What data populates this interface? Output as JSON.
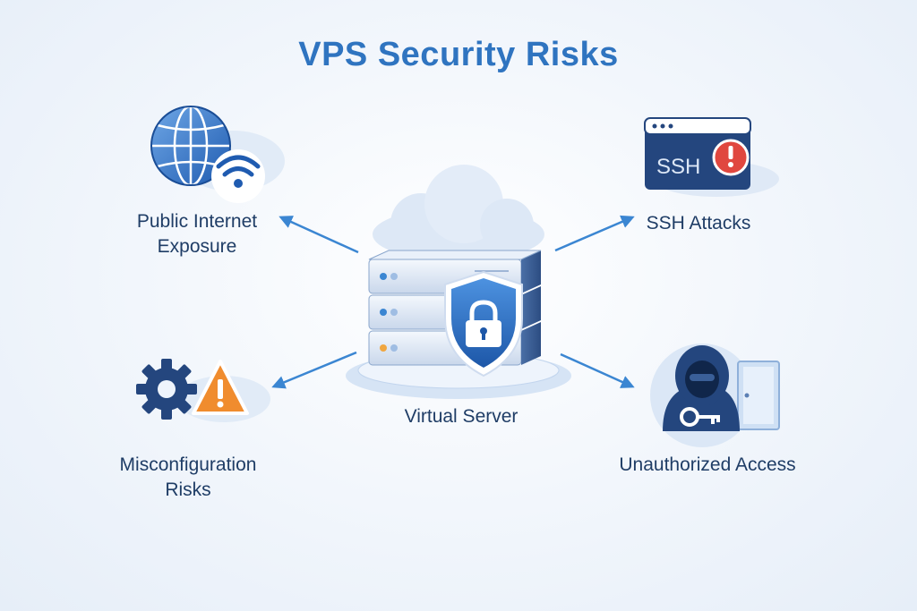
{
  "title": "VPS Security Risks",
  "center": {
    "label": "Virtual Server"
  },
  "risks": {
    "public": {
      "line1": "Public Internet",
      "line2": "Exposure",
      "icon": "globe-wifi-icon"
    },
    "ssh": {
      "label": "SSH Attacks",
      "icon_text": "SSH",
      "icon": "terminal-alert-icon"
    },
    "misconfig": {
      "line1": "Misconfiguration",
      "line2": "Risks",
      "icon": "gear-warning-icon"
    },
    "unauth": {
      "label": "Unauthorized Access",
      "icon": "hacker-key-icon"
    }
  },
  "colors": {
    "accent": "#2f74c0",
    "text": "#1f3d66",
    "alert": "#e0473f",
    "warning": "#f08c2e",
    "navy": "#24467e"
  }
}
